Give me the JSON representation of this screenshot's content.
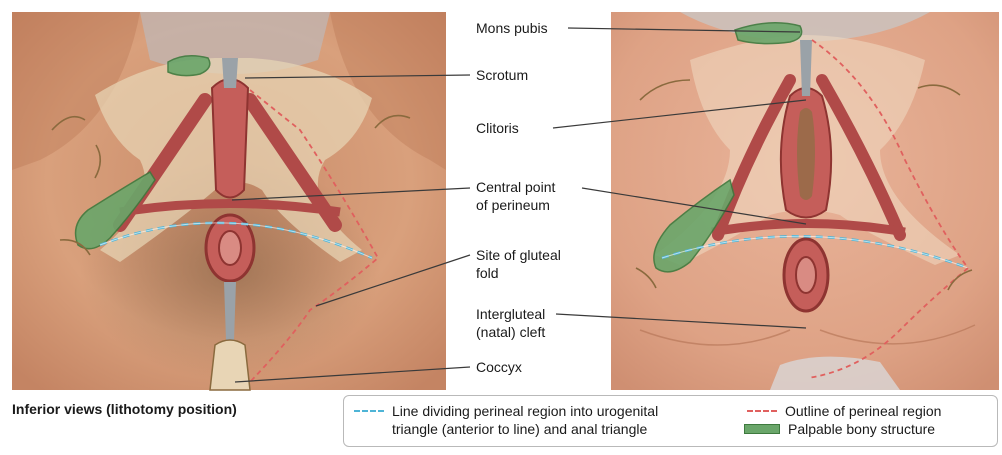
{
  "labels": {
    "mons_pubis": "Mons pubis",
    "scrotum": "Scrotum",
    "clitoris": "Clitoris",
    "central_point": "Central point\nof perineum",
    "gluteal_fold": "Site of gluteal\nfold",
    "intergluteal_cleft": "Intergluteal\n(natal) cleft",
    "coccyx": "Coccyx"
  },
  "caption": "Inferior views (lithotomy position)",
  "legend": {
    "dividing_line": "Line dividing perineal region into urogenital\ntriangle (anterior to line) and anal triangle",
    "outline": "Outline of perineal region",
    "bony": "Palpable bony structure"
  },
  "colors": {
    "dividing_line": "#4eb4d6",
    "outline": "#e0605e",
    "bony": "#6aa66a",
    "skin": "#d9a383",
    "muscle": "#c0504d"
  }
}
